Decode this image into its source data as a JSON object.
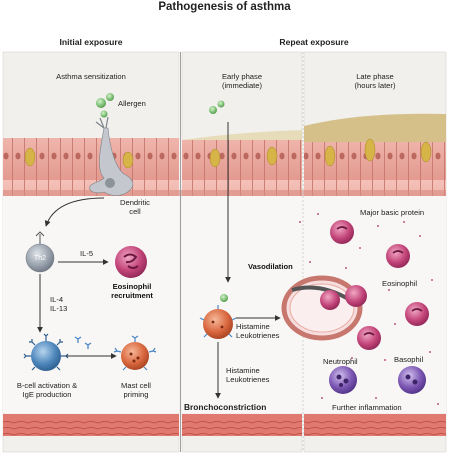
{
  "title": "Pathogenesis of asthma",
  "panels": {
    "initial": {
      "heading": "Initial exposure",
      "subheading": "Asthma sensitization",
      "labels": {
        "allergen": "Allergen",
        "dendritic_cell": "Dendritic\ncell",
        "th2": "Th2",
        "il5": "IL-5",
        "eosinophil_recruitment": "Eosinophil\nrecruitment",
        "il4_il13": "IL-4\nIL-13",
        "bcell": "B-cell activation &\nIgE production",
        "mast_cell": "Mast cell\npriming"
      }
    },
    "repeat": {
      "heading": "Repeat exposure",
      "early_phase": "Early phase\n(immediate)",
      "late_phase": "Late phase\n(hours later)",
      "labels": {
        "major_basic_protein": "Major basic protein",
        "vasodilation": "Vasodilation",
        "eosinophil": "Eosinophil",
        "histamine_leukotrienes_1": "Histamine\nLeukotrienes",
        "histamine_leukotrienes_2": "Histamine\nLeukotrienes",
        "neutrophil": "Neutrophil",
        "basophil": "Basophil",
        "bronchoconstriction": "Bronchoconstriction",
        "further_inflammation": "Further inflammation"
      }
    }
  },
  "colors": {
    "epithelium": "#e9a9a0",
    "epithelium_dark": "#c9756c",
    "muscle": "#d86a62",
    "mucus": "#d9c183",
    "panel_bg": "#f4f3ef",
    "eosinophil": "#b9386b",
    "neutrophil": "#6f4aa3",
    "th2": "#8c96a3",
    "bcell": "#3f7ab0",
    "mast_cell": "#d2653f",
    "allergen": "#7bbf73",
    "ige": "#4b86c6"
  }
}
